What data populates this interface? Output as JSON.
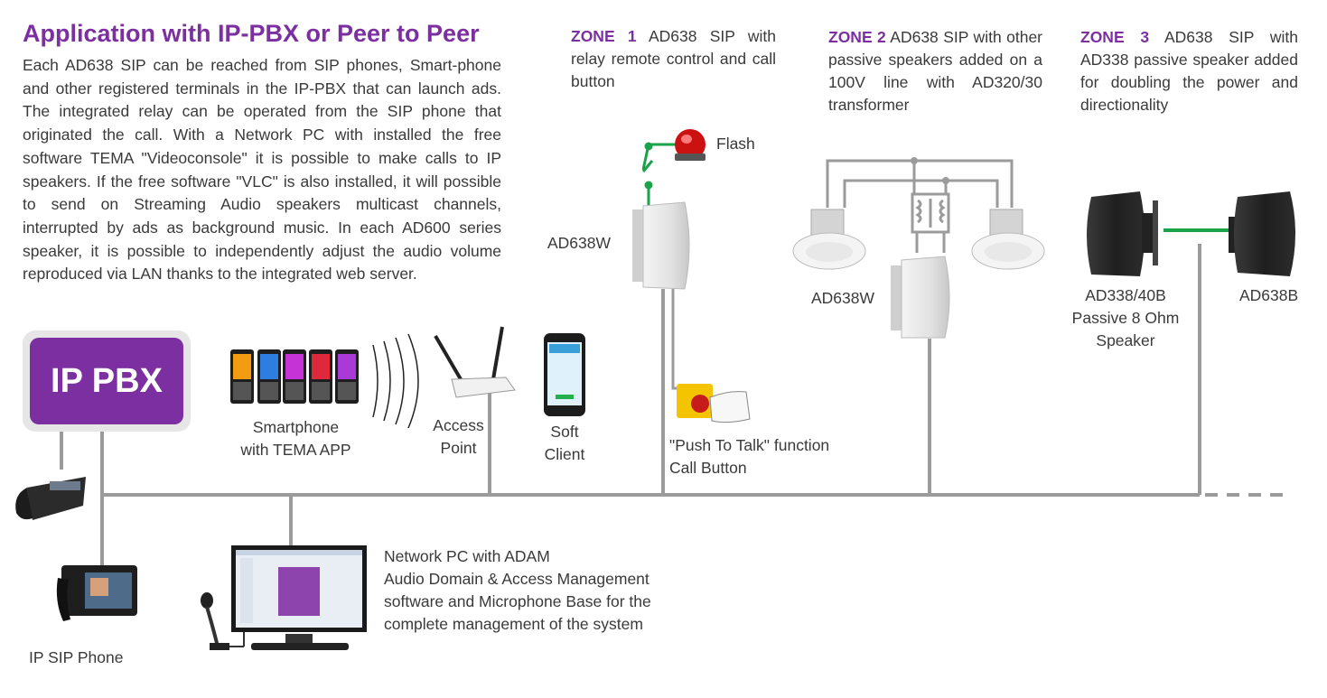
{
  "header": {
    "title": "Application with IP-PBX or Peer to Peer",
    "intro": "Each AD638 SIP can be reached from SIP phones, Smart-phone and other registered terminals in the IP-PBX that can launch ads. The integrated relay can be operated from the SIP phone that originated the call. With a Network PC with installed the free software TEMA \"Videoconsole\" it is possible to make calls to IP speakers. If the free software \"VLC\" is also installed, it will possible to send on Streaming Audio speakers multicast channels, interrupted by ads as background music. In each AD600 series speaker, it is possible to independently adjust the audio volume reproduced via LAN thanks to the integrated web server."
  },
  "zones": [
    {
      "label": "ZONE 1",
      "text": "AD638 SIP with relay remote control and call button"
    },
    {
      "label": "ZONE 2",
      "text": "AD638 SIP with other passive speakers added on a 100V line with AD320/30 transformer"
    },
    {
      "label": "ZONE 3",
      "text": "AD638 SIP with AD338 passive speaker added for doubling the power and directionality"
    }
  ],
  "devices": {
    "pbx": "IP PBX",
    "smartphone": [
      "Smartphone",
      "with TEMA APP"
    ],
    "access_point": [
      "Access",
      "Point"
    ],
    "soft_client": [
      "Soft",
      "Client"
    ],
    "flash": "Flash",
    "zone1_speaker": "AD638W",
    "zone2_speaker": "AD638W",
    "push_to_talk": [
      "\"Push To Talk\" function",
      "Call Button"
    ],
    "passive_speaker": [
      "AD338/40B",
      "Passive 8 Ohm",
      "Speaker"
    ],
    "zone3_speaker": "AD638B",
    "network_pc": [
      "Network PC  with ADAM",
      "Audio Domain & Access Management",
      "software and Microphone Base for the",
      "complete management of the system"
    ],
    "ip_sip_phone": "IP SIP Phone"
  },
  "colors": {
    "accent": "#7b2fa0",
    "line": "#9b9b9b",
    "link": "#1aa34a",
    "flash": "#cc1111"
  }
}
